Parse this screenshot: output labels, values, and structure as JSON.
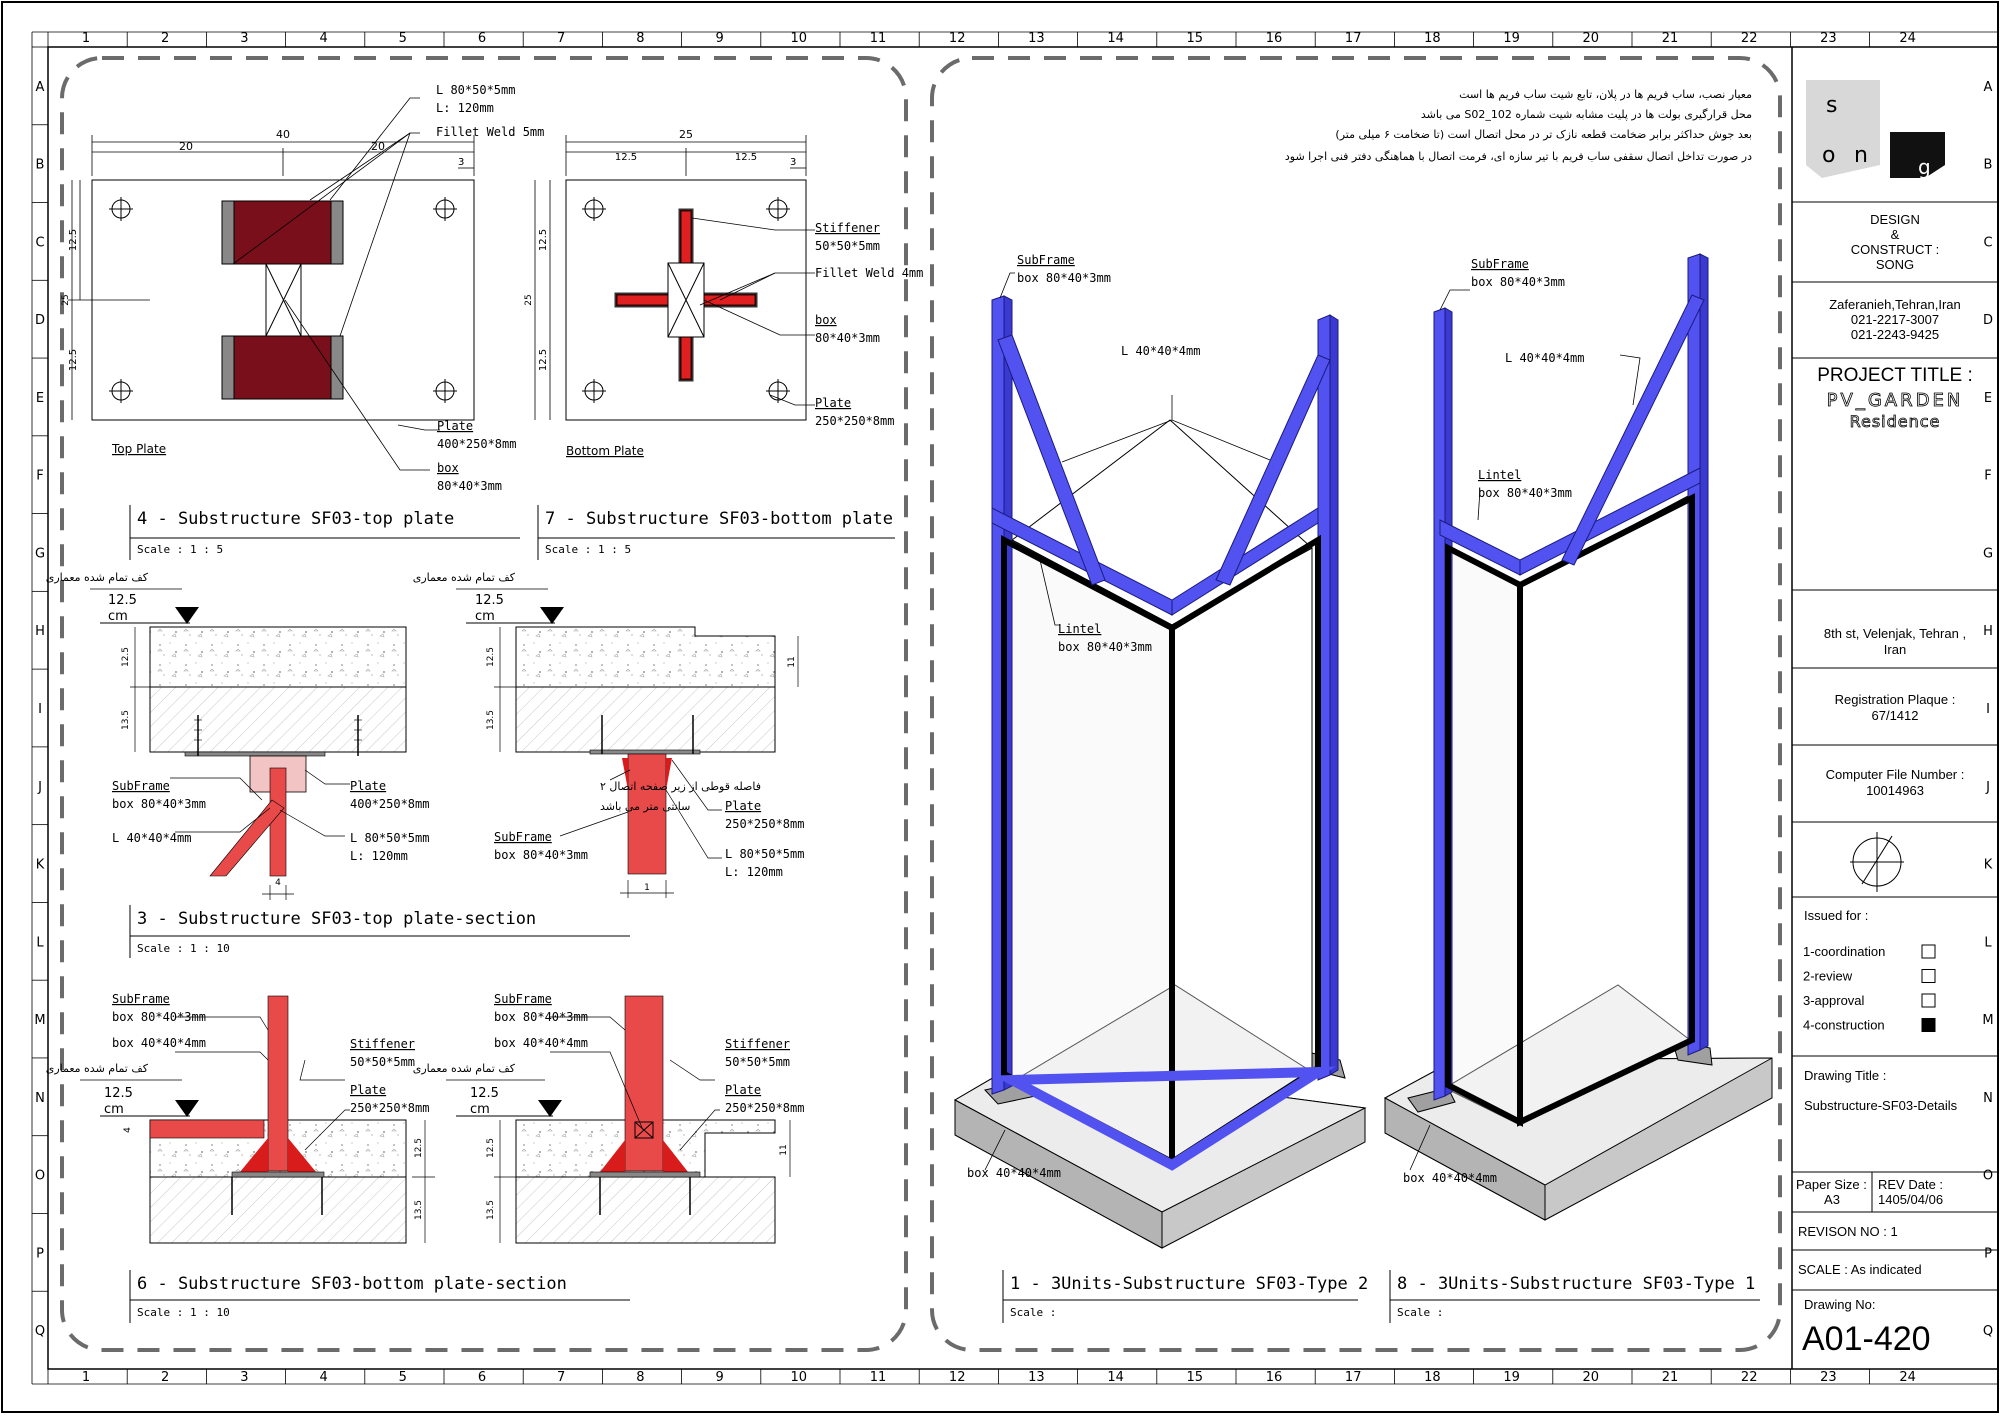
{
  "grid": {
    "cols": [
      "1",
      "2",
      "3",
      "4",
      "5",
      "6",
      "7",
      "8",
      "9",
      "10",
      "11",
      "12",
      "13",
      "14",
      "15",
      "16",
      "17",
      "18",
      "19",
      "20",
      "21",
      "22",
      "23",
      "24"
    ],
    "rows": [
      "A",
      "B",
      "C",
      "D",
      "E",
      "F",
      "G",
      "H",
      "I",
      "J",
      "K",
      "L",
      "M",
      "N",
      "O",
      "P",
      "Q"
    ]
  },
  "notes": [
    "معیار نصب، ساب فریم ها در پلان، تابع شیت ساب فریم ها است",
    "محل قرارگیری بولت ها در پلیت مشابه شیت شماره S02_102 می باشد",
    "بعد جوش حداکثر برابر ضخامت قطعه نازک تر در محل اتصال است (تا ضخامت ۶ میلی متر)",
    "در صورت تداخل اتصال سقفی ساب فریم با تیر سازه ای، فرمت اتصال با هماهنگی دفتر فنی اجرا شود"
  ],
  "common": {
    "finish_floor_fa": "کف تمام شده معماری",
    "finish_height": "12.5",
    "finish_unit": "cm",
    "gap_note_1": "فاصله قوطی از زیر صفحه اتصال ۲",
    "gap_note_2": "سانتی متر می باشد"
  },
  "views": {
    "v4": {
      "title": "4 - Substructure SF03-top plate",
      "scale": "Scale : 1 : 5",
      "sub": "Top Plate"
    },
    "v7": {
      "title": "7 - Substructure SF03-bottom plate",
      "scale": "Scale : 1 : 5",
      "sub": "Bottom Plate"
    },
    "v3": {
      "title": "3 - Substructure SF03-top plate-section",
      "scale": "Scale : 1 : 10"
    },
    "v6": {
      "title": "6 - Substructure SF03-bottom plate-section",
      "scale": "Scale : 1 : 10"
    },
    "v1": {
      "title": "1 - 3Units-Substructure SF03-Type 2",
      "scale": "Scale :"
    },
    "v8": {
      "title": "8 - 3Units-Substructure SF03-Type 1",
      "scale": "Scale :"
    }
  },
  "labels": {
    "angle_head": "L 80*50*5mm",
    "angle_len": "L: 120mm",
    "fillet5": "Fillet Weld 5mm",
    "fillet4": "Fillet Weld 4mm",
    "stiffener": "Stiffener",
    "stiffener_size": "50*50*5mm",
    "box": "box",
    "box_size": "80*40*3mm",
    "plate": "Plate",
    "plate_top_size": "400*250*8mm",
    "plate_bot_size": "250*250*8mm",
    "subframe": "SubFrame",
    "subframe_size": "box 80*40*3mm",
    "angle_small": "L 40*40*4mm",
    "box_small": "box 40*40*4mm",
    "lintel": "Lintel",
    "lintel_size": "box 80*40*3mm"
  },
  "dims": {
    "top_w": "40",
    "top_half": "20",
    "three": "3",
    "h_top": "12.5",
    "h_total": "25",
    "bot_w": "25",
    "bot_half": "12.5",
    "slab_top": "12.5",
    "slab_bot": "13.5",
    "four": "4",
    "one": "1",
    "eleven": "11"
  },
  "title_block": {
    "logo_letters": [
      "s",
      "o",
      "n",
      "g"
    ],
    "design": [
      "DESIGN",
      "&",
      "CONSTRUCT :",
      "SONG"
    ],
    "address": [
      "Zaferanieh,Tehran,Iran",
      "021-2217-3007",
      "021-2243-9425"
    ],
    "project_label": "PROJECT TITLE :",
    "project_name": [
      "PV_GARDEN",
      "Residence"
    ],
    "site": [
      "8th st, Velenjak, Tehran ,",
      "Iran"
    ],
    "registration": [
      "Registration Plaque :",
      "67/1412"
    ],
    "file_number": [
      "Computer File Number :",
      "10014963"
    ],
    "issued_label": "Issued for :",
    "issued": [
      {
        "label": "1-coordination",
        "checked": false
      },
      {
        "label": "2-review",
        "checked": false
      },
      {
        "label": "3-approval",
        "checked": false
      },
      {
        "label": "4-construction",
        "checked": true
      }
    ],
    "drawing_title_label": "Drawing Title :",
    "drawing_title": "Substructure-SF03-Details",
    "paper_size": [
      "Paper Size :",
      "A3"
    ],
    "rev_date": [
      "REV Date :",
      "1405/04/06"
    ],
    "revision": "REVISON NO  :  1",
    "scale": "SCALE :   As indicated",
    "drawing_no_label": "Drawing No:",
    "drawing_no": "A01-420"
  },
  "colors": {
    "maroon": "#7a0f1c",
    "red": "#e84a4a",
    "blue": "#5252f0",
    "blue_dark": "#2828c8",
    "grey": "#6b6b6b"
  }
}
